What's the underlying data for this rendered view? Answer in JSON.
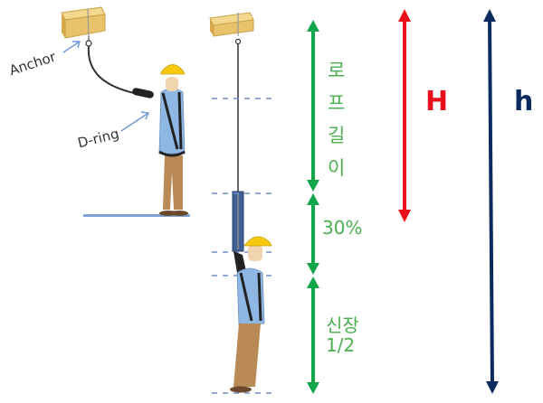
{
  "labels": {
    "anchor": "Anchor",
    "d_ring": "D-ring",
    "rope_length_chars": [
      "로",
      "프",
      "길",
      "이"
    ],
    "rope_length": "로프길이",
    "stretch_30": "30%",
    "height_half_line1": "신장",
    "height_half_line2": "1/2",
    "H": "H",
    "h": "h"
  },
  "colors": {
    "green": "#12a64a",
    "green_text": "#4caf50",
    "red": "#e8101a",
    "navy": "#0b2a5e",
    "dash": "#6f8fc7",
    "wood": "#e9c36b",
    "shirt": "#8fb7e3",
    "pants": "#b98a55",
    "helmet": "#f6c90e"
  }
}
